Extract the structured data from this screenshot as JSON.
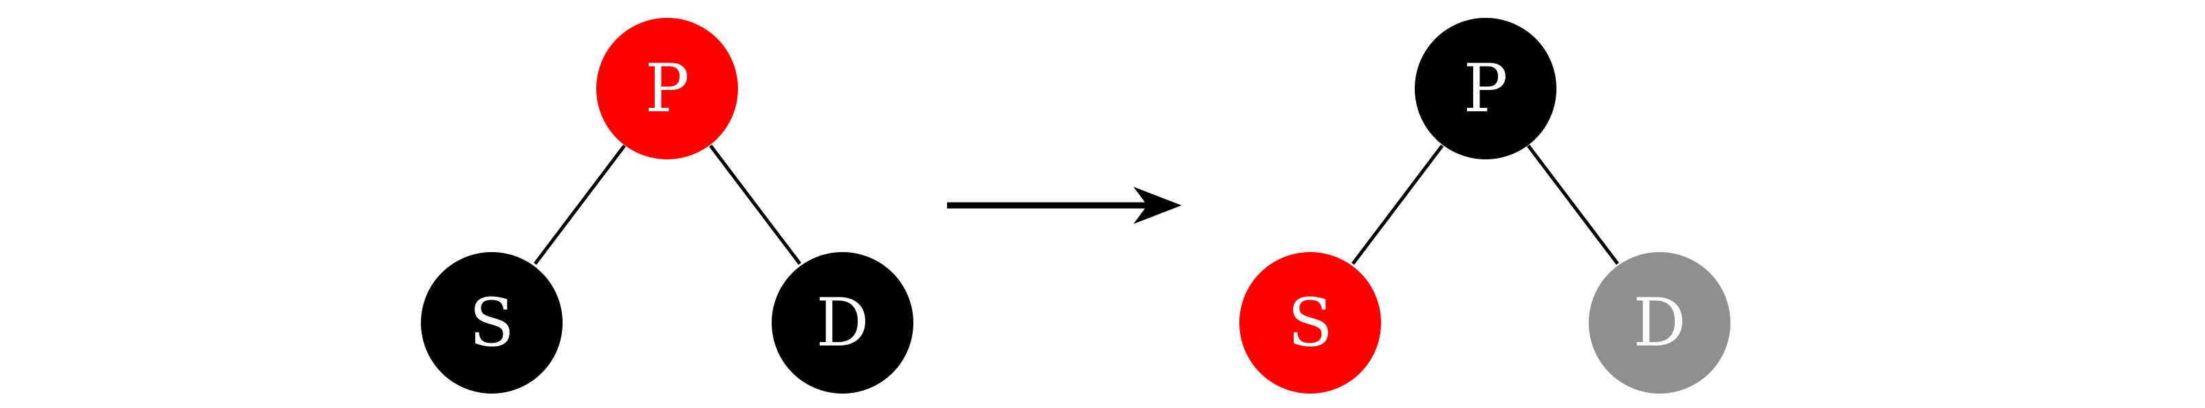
{
  "colors": {
    "red": "#ff0000",
    "black": "#000000",
    "gray": "#8f8f8f",
    "label": "#ffffff",
    "edge": "#000000"
  },
  "before": {
    "parent": {
      "label": "P",
      "color": "#ff0000"
    },
    "left_child": {
      "label": "S",
      "color": "#000000"
    },
    "right_child": {
      "label": "D",
      "color": "#000000"
    }
  },
  "after": {
    "parent": {
      "label": "P",
      "color": "#000000"
    },
    "left_child": {
      "label": "S",
      "color": "#ff0000"
    },
    "right_child": {
      "label": "D",
      "color": "#8f8f8f"
    }
  },
  "transition": {
    "icon": "right-arrow-icon"
  }
}
